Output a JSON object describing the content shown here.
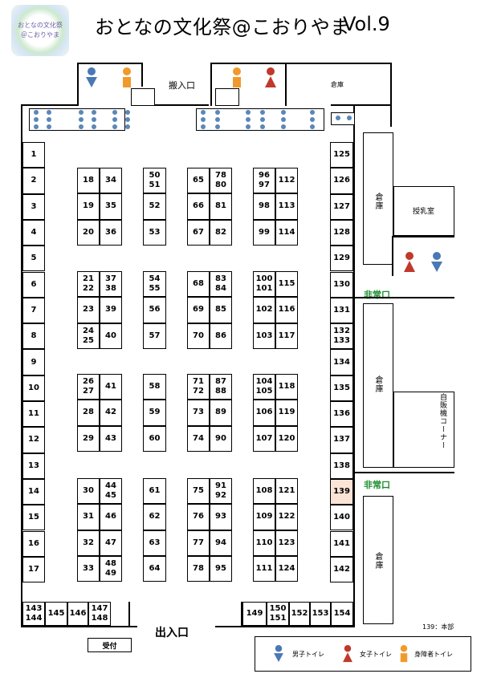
{
  "header": {
    "title": "おとなの文化祭@こおりやま",
    "volume": "Vol.9",
    "logo_line1": "おとなの文化祭",
    "logo_line2": "＠こおりやま"
  },
  "labels": {
    "loading_gate": "搬入口",
    "storage_top": "倉庫",
    "storage_right1": "倉庫",
    "storage_right2": "倉庫",
    "storage_right3": "倉庫",
    "nursing_room": "授乳室",
    "emergency_exit1": "非常口",
    "emergency_exit2": "非常口",
    "vending_corner": "自販機コーナー",
    "entrance": "出入口",
    "reception": "受付",
    "hq_note": "139：本部"
  },
  "legend": {
    "male": "男子トイレ",
    "female": "女子トイレ",
    "accessible": "身障者トイレ"
  },
  "colors": {
    "male_icon": "#4a78b5",
    "female_icon": "#c0392b",
    "accessible_icon": "#f09a2c",
    "emergency": "#1a8b2b",
    "highlight_booth": "#fbe4d6"
  },
  "booths": {
    "left_column": [
      "1",
      "2",
      "3",
      "4",
      "5",
      "6",
      "7",
      "8",
      "9",
      "10",
      "11",
      "12",
      "13",
      "14",
      "15",
      "16",
      "17"
    ],
    "right_column": [
      "125",
      "126",
      "127",
      "128",
      "129",
      "130",
      "131",
      "132\n133",
      "134",
      "135",
      "136",
      "137",
      "138",
      "139",
      "140",
      "141",
      "142"
    ],
    "bottom_left": [
      "143\n144",
      "145",
      "146",
      "147\n148"
    ],
    "bottom_right": [
      "149",
      "150\n151",
      "152",
      "153",
      "154"
    ],
    "island1": [
      [
        "18",
        "34"
      ],
      [
        "19",
        "35"
      ],
      [
        "20",
        "36"
      ],
      [
        "21\n22",
        "37\n38"
      ],
      [
        "23",
        "39"
      ],
      [
        "24\n25",
        "40"
      ],
      [
        "26\n27",
        "41"
      ],
      [
        "28",
        "42"
      ],
      [
        "29",
        "43"
      ],
      [
        "30",
        "44\n45"
      ],
      [
        "31",
        "46"
      ],
      [
        "32",
        "47"
      ],
      [
        "33",
        "48\n49"
      ]
    ],
    "island2": [
      "50\n51",
      "52",
      "53",
      "54\n55",
      "56",
      "57",
      "58",
      "59",
      "60",
      "61",
      "62",
      "63",
      "64"
    ],
    "island3": [
      [
        "65",
        "78\n80"
      ],
      [
        "66",
        "81"
      ],
      [
        "67",
        "82"
      ],
      [
        "68",
        "83\n84"
      ],
      [
        "69",
        "85"
      ],
      [
        "70",
        "86"
      ],
      [
        "71\n72",
        "87\n88"
      ],
      [
        "73",
        "89"
      ],
      [
        "74",
        "90"
      ],
      [
        "75",
        "91\n92"
      ],
      [
        "76",
        "93"
      ],
      [
        "77",
        "94"
      ],
      [
        "78",
        "95"
      ]
    ],
    "island4": [
      [
        "96\n97",
        "112"
      ],
      [
        "98",
        "113"
      ],
      [
        "99",
        "114"
      ],
      [
        "100\n101",
        "115"
      ],
      [
        "102",
        "116"
      ],
      [
        "103",
        "117"
      ],
      [
        "104\n105",
        "118"
      ],
      [
        "106",
        "119"
      ],
      [
        "107",
        "120"
      ],
      [
        "108",
        "121"
      ],
      [
        "109",
        "122"
      ],
      [
        "110",
        "123"
      ],
      [
        "111",
        "124"
      ]
    ]
  }
}
